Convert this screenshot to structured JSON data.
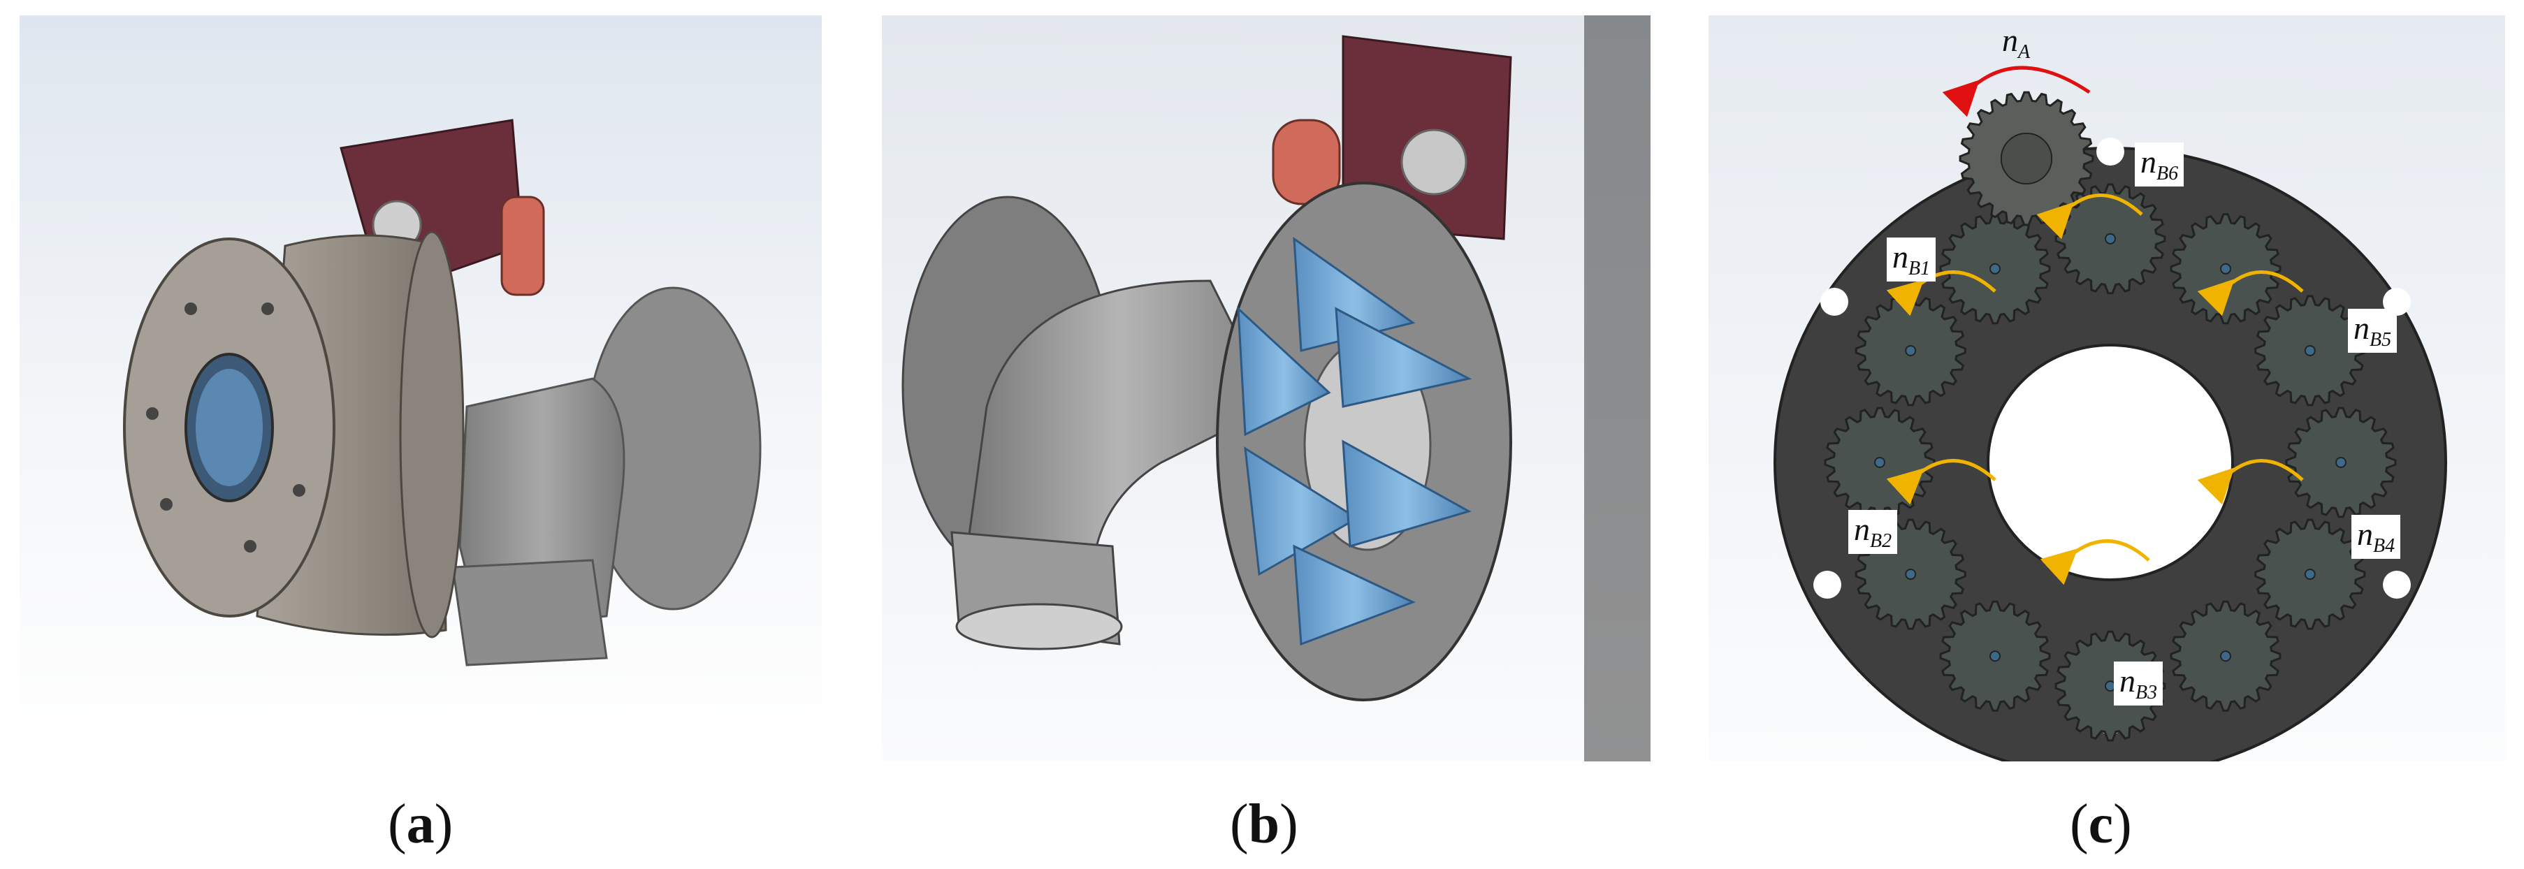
{
  "panels": {
    "a": {
      "caption_letter": "a"
    },
    "b": {
      "caption_letter": "b"
    },
    "c": {
      "caption_letter": "c",
      "labels": {
        "nA": {
          "base": "n",
          "sub": "A"
        },
        "nB1": {
          "base": "n",
          "sub": "B1"
        },
        "nB2": {
          "base": "n",
          "sub": "B2"
        },
        "nB3": {
          "base": "n",
          "sub": "B3"
        },
        "nB4": {
          "base": "n",
          "sub": "B4"
        },
        "nB5": {
          "base": "n",
          "sub": "B5"
        },
        "nB6": {
          "base": "n",
          "sub": "B6"
        }
      }
    }
  },
  "colors": {
    "plate": "#3f3f3f",
    "gear": "#4a524f",
    "cone": "#6fa6d6",
    "bracket": "#6a2f3a",
    "housing": "#9a948c",
    "pipe": "#8f8f8f",
    "arrow_driver": "#e01010",
    "arrow_planet": "#f0b400"
  }
}
